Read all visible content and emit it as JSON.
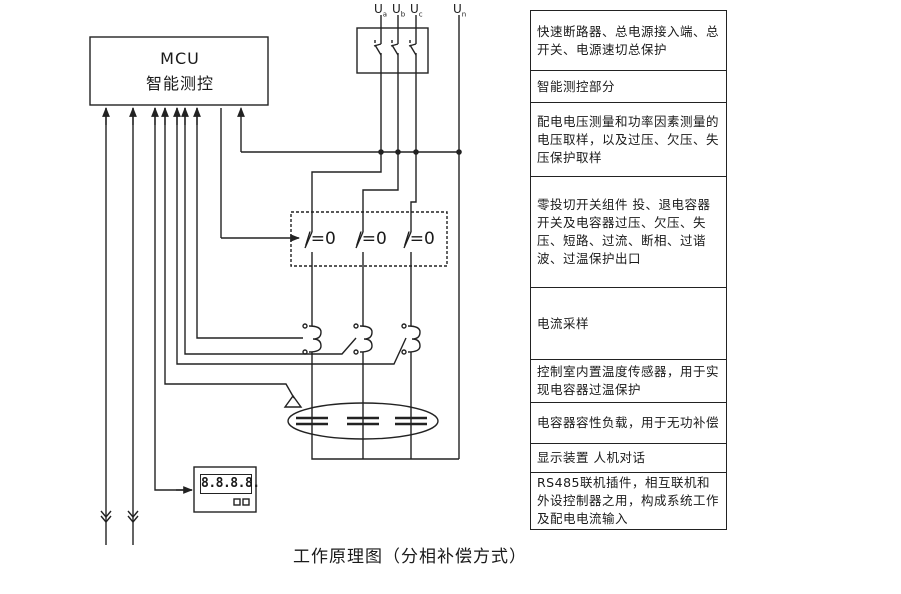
{
  "mcu": {
    "line1": "MCU",
    "line2": "智能测控"
  },
  "phases": {
    "ua": {
      "base": "U",
      "sub": "a"
    },
    "ub": {
      "base": "U",
      "sub": "b"
    },
    "uc": {
      "base": "U",
      "sub": "c"
    },
    "un": {
      "base": "U",
      "sub": "n"
    }
  },
  "switch_labels": [
    "/=0",
    "/=0",
    "/=0"
  ],
  "display": {
    "value": "8.8.8.8."
  },
  "caption": "工作原理图（分相补偿方式）",
  "legend": [
    "快速断路器、总电源接入端、总开关、电源速切总保护",
    "智能测控部分",
    "配电电压测量和功率因素测量的电压取样，以及过压、欠压、失压保护取样",
    "零投切开关组件  投、退电容器开关及电容器过压、欠压、失压、短路、过流、断相、过谐波、过温保护出口",
    "电流采样",
    "控制室内置温度传感器，用于实现电容器过温保护",
    "电容器容性负载，用于无功补偿",
    "显示装置  人机对话",
    "RS485联机插件，相互联机和外设控制器之用，构成系统工作及配电电流输入"
  ]
}
